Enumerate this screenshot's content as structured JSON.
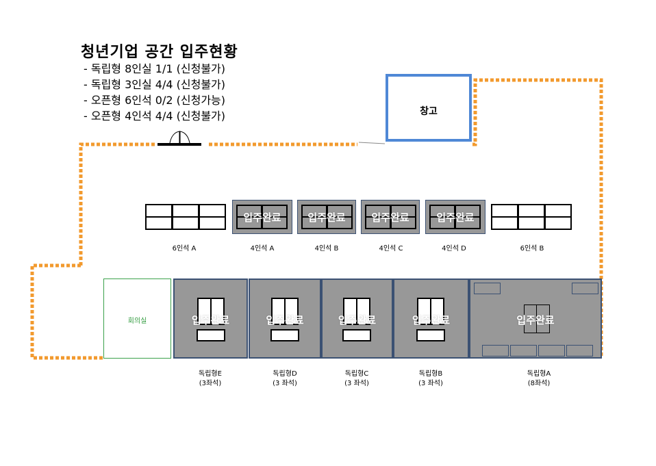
{
  "title": "청년기업 공간 입주현황",
  "status": [
    "- 독립형 8인실 1/1 (신청불가)",
    "- 독립형 3인실 4/4 (신청불가)",
    "- 오픈형 6인석 0/2 (신청가능)",
    "- 오픈형 4인석 4/4 (신청불가)"
  ],
  "storage_label": "창고",
  "meeting_room_label": "회의실",
  "occupied_label": "입주완료",
  "open_seats": {
    "six_a": "6인석 A",
    "four_a": "4인석 A",
    "four_b": "4인석 B",
    "four_c": "4인석 C",
    "four_d": "4인석 D",
    "six_b": "6인석 B"
  },
  "private_rooms": {
    "e_name": "독립형E",
    "e_seats": "(3좌석)",
    "d_name": "독립형D",
    "d_seats": "(3 좌석)",
    "c_name": "독립형C",
    "c_seats": "(3 좌석)",
    "b_name": "독립형B",
    "b_seats": "(3 좌석)",
    "a_name": "독립형A",
    "a_seats": "(8좌석)"
  },
  "colors": {
    "wall": "#f29a2e",
    "storage_border": "#4f88d6",
    "occupied_fill": "#989898",
    "room_border": "#3b5173",
    "meeting_border": "#3aa14a",
    "meeting_text": "#2f9a3c"
  }
}
